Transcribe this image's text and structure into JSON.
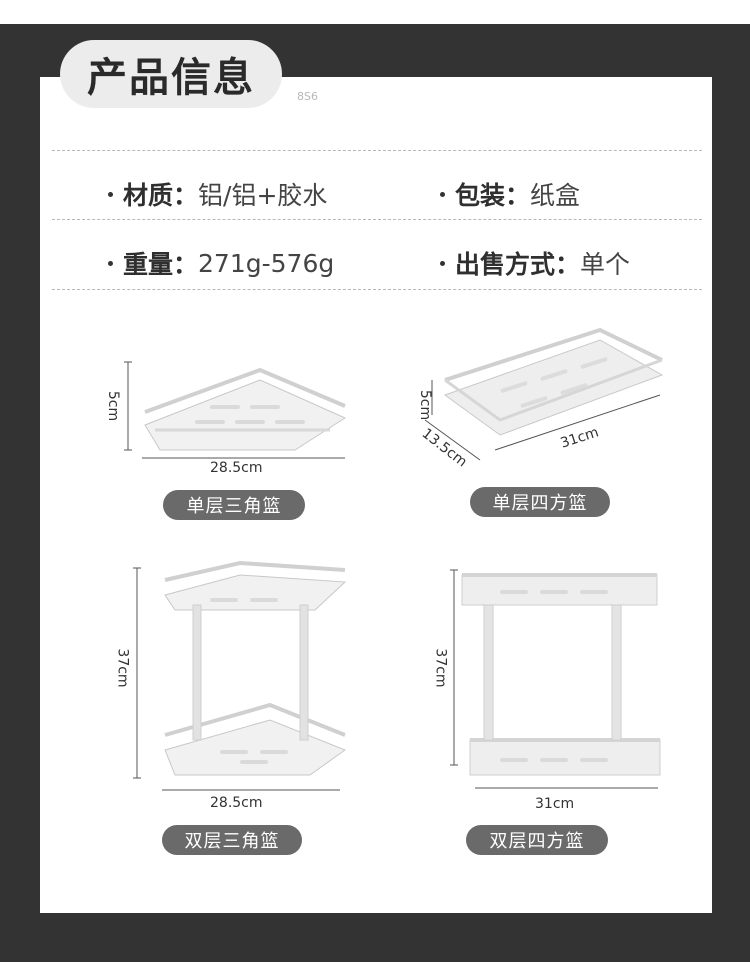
{
  "title": "产品信息",
  "code": "8S6",
  "specs": {
    "material_key": "材质",
    "material_value": "铝/铝+胶水",
    "packaging_key": "包装",
    "packaging_value": "纸盒",
    "weight_key": "重量",
    "weight_value": "271g-576g",
    "sale_key": "出售方式",
    "sale_value": "单个",
    "colon": "："
  },
  "products": [
    {
      "name": "单层三角篮",
      "height": "5cm",
      "width": "28.5cm"
    },
    {
      "name": "单层四方篮",
      "height": "5cm",
      "depth": "13.5cm",
      "width": "31cm"
    },
    {
      "name": "双层三角篮",
      "height": "37cm",
      "width": "28.5cm"
    },
    {
      "name": "双层四方篮",
      "height": "37cm",
      "width": "31cm"
    }
  ],
  "colors": {
    "frame": "#333333",
    "pill": "#6a6a6a",
    "title_bg": "#ececec"
  }
}
